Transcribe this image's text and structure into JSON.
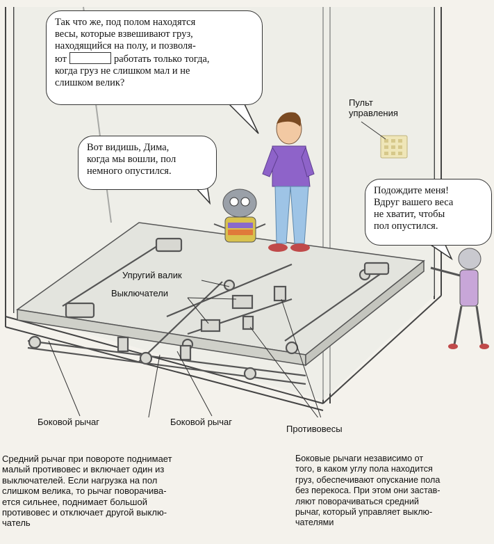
{
  "bubbles": {
    "top": {
      "line1": "Так что же, под полом находятся",
      "line2": "весы, которые взвешивают груз,",
      "line3": "находящийся на полу, и позволя-",
      "line4_start": "ют",
      "line4_end": "работать только тогда,",
      "line5": "когда груз не слишком мал и не",
      "line6": "слишком велик?"
    },
    "middle": {
      "line1": "Вот видишь, Дима,",
      "line2": "когда мы вошли, пол",
      "line3": "немного опустился."
    },
    "right": {
      "line1": "Подождите меня!",
      "line2": "Вдруг вашего веса",
      "line3": "не хватит, чтобы",
      "line4": "пол опустился."
    }
  },
  "labels": {
    "control_panel_1": "Пульт",
    "control_panel_2": "управления",
    "elastic_roller": "Упругий валик",
    "switches": "Выключатели",
    "side_lever_left": "Боковой рычаг",
    "side_lever_right": "Боковой рычаг",
    "counterweights": "Противовесы"
  },
  "captions": {
    "left": [
      "Средний рычаг при повороте поднимает",
      "малый противовес и включает один из",
      "выключателей. Если нагрузка на пол",
      "слишком велика, то рычаг поворачива-",
      "ется сильнее, поднимает большой",
      "противовес и отключает другой выклю-",
      "чатель"
    ],
    "right": [
      "Боковые рычаги независимо от",
      "того, в каком углу пола находится",
      "груз, обеспечивают опускание пола",
      "без перекоса. При этом они застав-",
      "ляют поворачиваться средний",
      "рычаг, который управляет выклю-",
      "чателями"
    ]
  }
}
